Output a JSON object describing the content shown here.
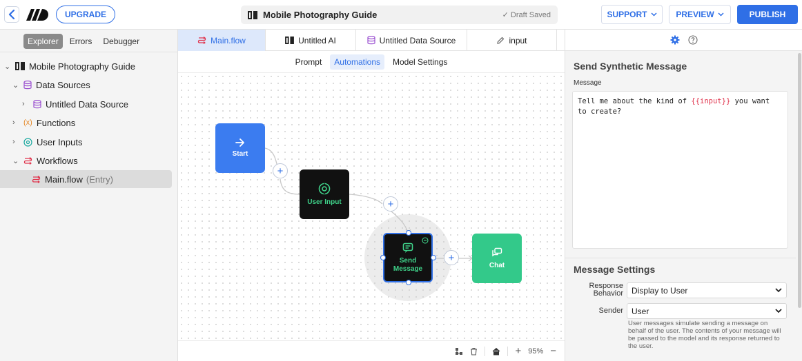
{
  "header": {
    "upgrade_label": "UPGRADE",
    "doc_title": "Mobile Photography Guide",
    "draft_status": "✓ Draft Saved",
    "support_label": "SUPPORT",
    "preview_label": "PREVIEW",
    "publish_label": "PUBLISH"
  },
  "sidebar": {
    "tabs": [
      "Explorer",
      "Errors",
      "Debugger"
    ],
    "tree": {
      "root": "Mobile Photography Guide",
      "data_sources": "Data Sources",
      "untitled_data_source": "Untitled Data Source",
      "functions": "Functions",
      "functions_icon_text": "(x)",
      "user_inputs": "User Inputs",
      "workflows": "Workflows",
      "main_flow": "Main.flow",
      "entry_tag": "(Entry)"
    }
  },
  "editor": {
    "file_tabs": [
      "Main.flow",
      "Untitled AI",
      "Untitled Data Source",
      "input"
    ],
    "sub_tabs": [
      "Prompt",
      "Automations",
      "Model Settings"
    ],
    "nodes": {
      "start": "Start",
      "user_input": "User Input",
      "send_message_1": "Send",
      "send_message_2": "Message",
      "chat": "Chat"
    },
    "zoom": "95%"
  },
  "panel": {
    "section_title": "Send Synthetic Message",
    "message_label": "Message",
    "message_before": "Tell me about the kind of ",
    "message_var": "{{input}}",
    "message_after": " you want to create?",
    "settings_title": "Message Settings",
    "response_behavior_label_1": "Response",
    "response_behavior_label_2": "Behavior",
    "response_behavior_value": "Display to User",
    "sender_label": "Sender",
    "sender_value": "User",
    "help_text": "User messages simulate sending a message on behalf of the user. The contents of your message will be passed to the model and its response returned to the user."
  },
  "colors": {
    "accent": "#2f6fe6",
    "start_node": "#3b7cf0",
    "chat_node": "#33c98a",
    "dark_node": "#111111",
    "var_highlight": "#e0334c"
  }
}
